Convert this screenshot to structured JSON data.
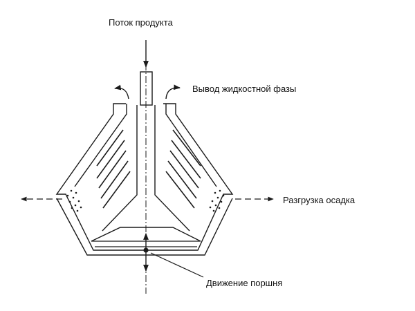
{
  "labels": {
    "product_flow": "Поток продукта",
    "liquid_outlet": "Вывод жидкостной фазы",
    "sediment_discharge": "Разгрузка осадка",
    "piston_movement": "Движение поршня"
  },
  "colors": {
    "line": "#1a1a1a",
    "background": "#ffffff"
  }
}
